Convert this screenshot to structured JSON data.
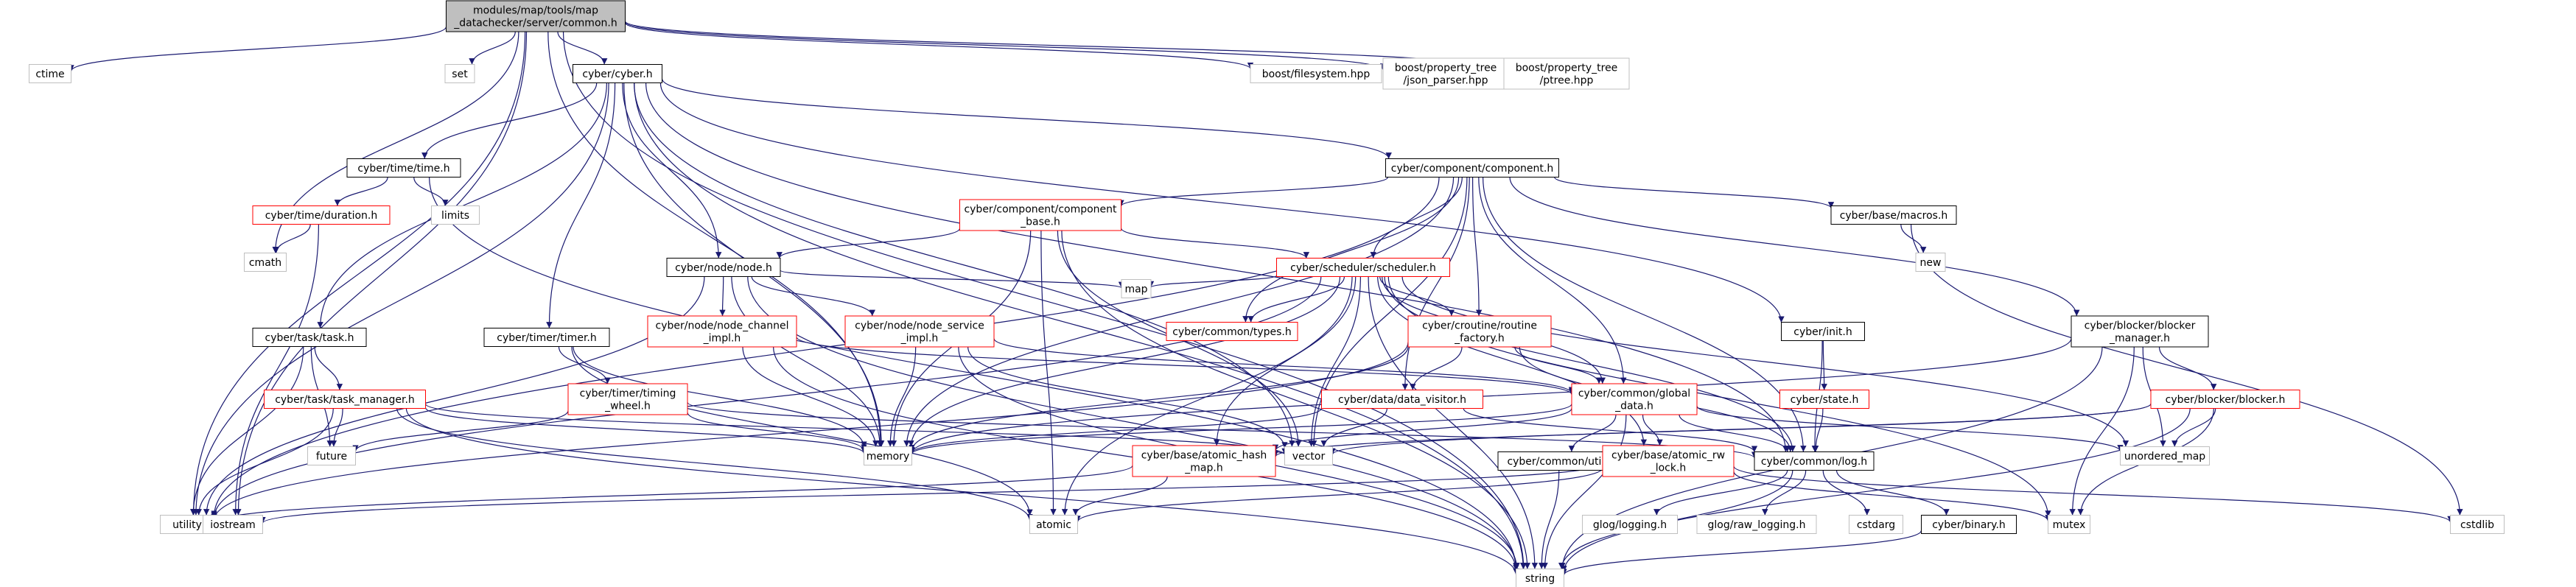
{
  "colors": {
    "edge": "#191970",
    "root_fill": "#bfbfbf",
    "root_stroke": "#000000",
    "normal_fill": "#ffffff",
    "normal_stroke": "#000000",
    "incomplete_stroke": "#ff0000",
    "external_stroke": "#bfbfbf"
  },
  "nodes": [
    {
      "id": "root",
      "kind": "root",
      "lines": [
        "modules/map/tools/map",
        "_datachecker/server/common.h"
      ]
    },
    {
      "id": "ctime",
      "kind": "external",
      "lines": [
        "ctime"
      ]
    },
    {
      "id": "set",
      "kind": "external",
      "lines": [
        "set"
      ]
    },
    {
      "id": "cyber_h",
      "kind": "normal",
      "lines": [
        "cyber/cyber.h"
      ]
    },
    {
      "id": "boostfs",
      "kind": "external",
      "lines": [
        "boost/filesystem.hpp"
      ]
    },
    {
      "id": "boostjson",
      "kind": "external",
      "lines": [
        "boost/property_tree",
        "/json_parser.hpp"
      ]
    },
    {
      "id": "boostptree",
      "kind": "external",
      "lines": [
        "boost/property_tree",
        "/ptree.hpp"
      ]
    },
    {
      "id": "time_h",
      "kind": "normal",
      "lines": [
        "cyber/time/time.h"
      ]
    },
    {
      "id": "component_h",
      "kind": "normal",
      "lines": [
        "cyber/component/component.h"
      ]
    },
    {
      "id": "limits",
      "kind": "external",
      "lines": [
        "limits"
      ]
    },
    {
      "id": "duration_h",
      "kind": "incomplete",
      "lines": [
        "cyber/time/duration.h"
      ]
    },
    {
      "id": "component_base_h",
      "kind": "incomplete",
      "lines": [
        "cyber/component/component",
        "_base.h"
      ]
    },
    {
      "id": "macros_h",
      "kind": "normal",
      "lines": [
        "cyber/base/macros.h"
      ]
    },
    {
      "id": "cmath",
      "kind": "external",
      "lines": [
        "cmath"
      ]
    },
    {
      "id": "new",
      "kind": "external",
      "lines": [
        "new"
      ]
    },
    {
      "id": "node_h",
      "kind": "normal",
      "lines": [
        "cyber/node/node.h"
      ]
    },
    {
      "id": "scheduler_h",
      "kind": "incomplete",
      "lines": [
        "cyber/scheduler/scheduler.h"
      ]
    },
    {
      "id": "map",
      "kind": "external",
      "lines": [
        "map"
      ]
    },
    {
      "id": "task_h",
      "kind": "normal",
      "lines": [
        "cyber/task/task.h"
      ]
    },
    {
      "id": "timer_h",
      "kind": "normal",
      "lines": [
        "cyber/timer/timer.h"
      ]
    },
    {
      "id": "node_channel_impl_h",
      "kind": "incomplete",
      "lines": [
        "cyber/node/node_channel",
        "_impl.h"
      ]
    },
    {
      "id": "node_service_impl_h",
      "kind": "incomplete",
      "lines": [
        "cyber/node/node_service",
        "_impl.h"
      ]
    },
    {
      "id": "types_h",
      "kind": "incomplete",
      "lines": [
        "cyber/common/types.h"
      ]
    },
    {
      "id": "routine_factory_h",
      "kind": "incomplete",
      "lines": [
        "cyber/croutine/routine",
        "_factory.h"
      ]
    },
    {
      "id": "init_h",
      "kind": "normal",
      "lines": [
        "cyber/init.h"
      ]
    },
    {
      "id": "blocker_manager_h",
      "kind": "normal",
      "lines": [
        "cyber/blocker/blocker",
        "_manager.h"
      ]
    },
    {
      "id": "task_manager_h",
      "kind": "incomplete",
      "lines": [
        "cyber/task/task_manager.h"
      ]
    },
    {
      "id": "timing_wheel_h",
      "kind": "incomplete",
      "lines": [
        "cyber/timer/timing",
        "_wheel.h"
      ]
    },
    {
      "id": "data_visitor_h",
      "kind": "incomplete",
      "lines": [
        "cyber/data/data_visitor.h"
      ]
    },
    {
      "id": "global_data_h",
      "kind": "incomplete",
      "lines": [
        "cyber/common/global",
        "_data.h"
      ]
    },
    {
      "id": "state_h",
      "kind": "incomplete",
      "lines": [
        "cyber/state.h"
      ]
    },
    {
      "id": "blocker_h",
      "kind": "incomplete",
      "lines": [
        "cyber/blocker/blocker.h"
      ]
    },
    {
      "id": "future",
      "kind": "external",
      "lines": [
        "future"
      ]
    },
    {
      "id": "memory",
      "kind": "external",
      "lines": [
        "memory"
      ]
    },
    {
      "id": "vector",
      "kind": "external",
      "lines": [
        "vector"
      ]
    },
    {
      "id": "atomic_hash_map_h",
      "kind": "incomplete",
      "lines": [
        "cyber/base/atomic_hash",
        "_map.h"
      ]
    },
    {
      "id": "util_h",
      "kind": "normal",
      "lines": [
        "cyber/common/util.h"
      ]
    },
    {
      "id": "log_h",
      "kind": "normal",
      "lines": [
        "cyber/common/log.h"
      ]
    },
    {
      "id": "unordered_map",
      "kind": "external",
      "lines": [
        "unordered_map"
      ]
    },
    {
      "id": "atomic_rw_lock_h",
      "kind": "incomplete",
      "lines": [
        "cyber/base/atomic_rw",
        "_lock.h"
      ]
    },
    {
      "id": "utility",
      "kind": "external",
      "lines": [
        "utility"
      ]
    },
    {
      "id": "iostream",
      "kind": "external",
      "lines": [
        "iostream"
      ]
    },
    {
      "id": "atomic",
      "kind": "external",
      "lines": [
        "atomic"
      ]
    },
    {
      "id": "glog_logging",
      "kind": "external",
      "lines": [
        "glog/logging.h"
      ]
    },
    {
      "id": "glog_raw_logging",
      "kind": "external",
      "lines": [
        "glog/raw_logging.h"
      ]
    },
    {
      "id": "cstdarg",
      "kind": "external",
      "lines": [
        "cstdarg"
      ]
    },
    {
      "id": "binary_h",
      "kind": "normal",
      "lines": [
        "cyber/binary.h"
      ]
    },
    {
      "id": "mutex",
      "kind": "external",
      "lines": [
        "mutex"
      ]
    },
    {
      "id": "cstdlib",
      "kind": "external",
      "lines": [
        "cstdlib"
      ]
    },
    {
      "id": "string",
      "kind": "external",
      "lines": [
        "string"
      ]
    }
  ],
  "edges": [
    [
      "root",
      "ctime"
    ],
    [
      "root",
      "set"
    ],
    [
      "root",
      "cyber_h"
    ],
    [
      "root",
      "boostfs"
    ],
    [
      "root",
      "boostjson"
    ],
    [
      "root",
      "boostptree"
    ],
    [
      "root",
      "cmath"
    ],
    [
      "root",
      "utility"
    ],
    [
      "root",
      "iostream"
    ],
    [
      "root",
      "memory"
    ],
    [
      "root",
      "string"
    ],
    [
      "cyber_h",
      "time_h"
    ],
    [
      "cyber_h",
      "component_h"
    ],
    [
      "cyber_h",
      "node_h"
    ],
    [
      "cyber_h",
      "task_h"
    ],
    [
      "cyber_h",
      "timer_h"
    ],
    [
      "cyber_h",
      "init_h"
    ],
    [
      "cyber_h",
      "log_h"
    ],
    [
      "cyber_h",
      "memory"
    ],
    [
      "cyber_h",
      "string"
    ],
    [
      "cyber_h",
      "utility"
    ],
    [
      "cyber_h",
      "vector"
    ],
    [
      "time_h",
      "duration_h"
    ],
    [
      "time_h",
      "limits"
    ],
    [
      "time_h",
      "string"
    ],
    [
      "duration_h",
      "cmath"
    ],
    [
      "duration_h",
      "iostream"
    ],
    [
      "component_h",
      "component_base_h"
    ],
    [
      "component_h",
      "macros_h"
    ],
    [
      "component_h",
      "scheduler_h"
    ],
    [
      "component_h",
      "routine_factory_h"
    ],
    [
      "component_h",
      "types_h"
    ],
    [
      "component_h",
      "global_data_h"
    ],
    [
      "component_h",
      "blocker_manager_h"
    ],
    [
      "component_h",
      "data_visitor_h"
    ],
    [
      "component_h",
      "log_h"
    ],
    [
      "component_h",
      "memory"
    ],
    [
      "component_h",
      "utility"
    ],
    [
      "component_h",
      "vector"
    ],
    [
      "macros_h",
      "new"
    ],
    [
      "macros_h",
      "cstdlib"
    ],
    [
      "component_base_h",
      "node_h"
    ],
    [
      "component_base_h",
      "scheduler_h"
    ],
    [
      "component_base_h",
      "memory"
    ],
    [
      "component_base_h",
      "string"
    ],
    [
      "component_base_h",
      "vector"
    ],
    [
      "component_base_h",
      "atomic"
    ],
    [
      "node_h",
      "node_channel_impl_h"
    ],
    [
      "node_h",
      "node_service_impl_h"
    ],
    [
      "node_h",
      "map"
    ],
    [
      "node_h",
      "memory"
    ],
    [
      "node_h",
      "string"
    ],
    [
      "node_h",
      "utility"
    ],
    [
      "scheduler_h",
      "map"
    ],
    [
      "scheduler_h",
      "types_h"
    ],
    [
      "scheduler_h",
      "routine_factory_h"
    ],
    [
      "scheduler_h",
      "global_data_h"
    ],
    [
      "scheduler_h",
      "atomic_hash_map_h"
    ],
    [
      "scheduler_h",
      "atomic_rw_lock_h"
    ],
    [
      "scheduler_h",
      "log_h"
    ],
    [
      "scheduler_h",
      "memory"
    ],
    [
      "scheduler_h",
      "vector"
    ],
    [
      "scheduler_h",
      "string"
    ],
    [
      "scheduler_h",
      "unordered_map"
    ],
    [
      "scheduler_h",
      "mutex"
    ],
    [
      "scheduler_h",
      "utility"
    ],
    [
      "scheduler_h",
      "atomic"
    ],
    [
      "task_h",
      "task_manager_h"
    ],
    [
      "task_h",
      "future"
    ],
    [
      "task_h",
      "utility"
    ],
    [
      "timer_h",
      "timing_wheel_h"
    ],
    [
      "timer_h",
      "memory"
    ],
    [
      "timer_h",
      "atomic"
    ],
    [
      "node_channel_impl_h",
      "global_data_h"
    ],
    [
      "node_channel_impl_h",
      "memory"
    ],
    [
      "node_channel_impl_h",
      "string"
    ],
    [
      "node_service_impl_h",
      "global_data_h"
    ],
    [
      "node_service_impl_h",
      "memory"
    ],
    [
      "node_service_impl_h",
      "string"
    ],
    [
      "node_service_impl_h",
      "vector"
    ],
    [
      "routine_factory_h",
      "data_visitor_h"
    ],
    [
      "routine_factory_h",
      "global_data_h"
    ],
    [
      "routine_factory_h",
      "log_h"
    ],
    [
      "routine_factory_h",
      "memory"
    ],
    [
      "routine_factory_h",
      "utility"
    ],
    [
      "init_h",
      "state_h"
    ],
    [
      "init_h",
      "log_h"
    ],
    [
      "state_h",
      "log_h"
    ],
    [
      "blocker_manager_h",
      "blocker_h"
    ],
    [
      "blocker_manager_h",
      "memory"
    ],
    [
      "blocker_manager_h",
      "mutex"
    ],
    [
      "blocker_manager_h",
      "string"
    ],
    [
      "blocker_manager_h",
      "unordered_map"
    ],
    [
      "blocker_h",
      "vector"
    ],
    [
      "blocker_h",
      "unordered_map"
    ],
    [
      "blocker_h",
      "mutex"
    ],
    [
      "blocker_h",
      "string"
    ],
    [
      "blocker_h",
      "atomic_hash_map_h"
    ],
    [
      "task_manager_h",
      "future"
    ],
    [
      "task_manager_h",
      "memory"
    ],
    [
      "task_manager_h",
      "string"
    ],
    [
      "task_manager_h",
      "utility"
    ],
    [
      "task_manager_h",
      "vector"
    ],
    [
      "task_manager_h",
      "atomic"
    ],
    [
      "timing_wheel_h",
      "future"
    ],
    [
      "timing_wheel_h",
      "memory"
    ],
    [
      "timing_wheel_h",
      "log_h"
    ],
    [
      "data_visitor_h",
      "log_h"
    ],
    [
      "data_visitor_h",
      "memory"
    ],
    [
      "data_visitor_h",
      "vector"
    ],
    [
      "global_data_h",
      "util_h"
    ],
    [
      "global_data_h",
      "log_h"
    ],
    [
      "global_data_h",
      "atomic_hash_map_h"
    ],
    [
      "global_data_h",
      "atomic_rw_lock_h"
    ],
    [
      "global_data_h",
      "unordered_map"
    ],
    [
      "global_data_h",
      "string"
    ],
    [
      "global_data_h",
      "memory"
    ],
    [
      "atomic_hash_map_h",
      "atomic"
    ],
    [
      "atomic_hash_map_h",
      "utility"
    ],
    [
      "atomic_rw_lock_h",
      "atomic"
    ],
    [
      "atomic_rw_lock_h",
      "mutex"
    ],
    [
      "atomic_rw_lock_h",
      "iostream"
    ],
    [
      "atomic_rw_lock_h",
      "cstdlib"
    ],
    [
      "util_h",
      "string"
    ],
    [
      "log_h",
      "glog_logging"
    ],
    [
      "log_h",
      "glog_raw_logging"
    ],
    [
      "log_h",
      "cstdarg"
    ],
    [
      "log_h",
      "binary_h"
    ],
    [
      "log_h",
      "string"
    ],
    [
      "binary_h",
      "string"
    ]
  ]
}
